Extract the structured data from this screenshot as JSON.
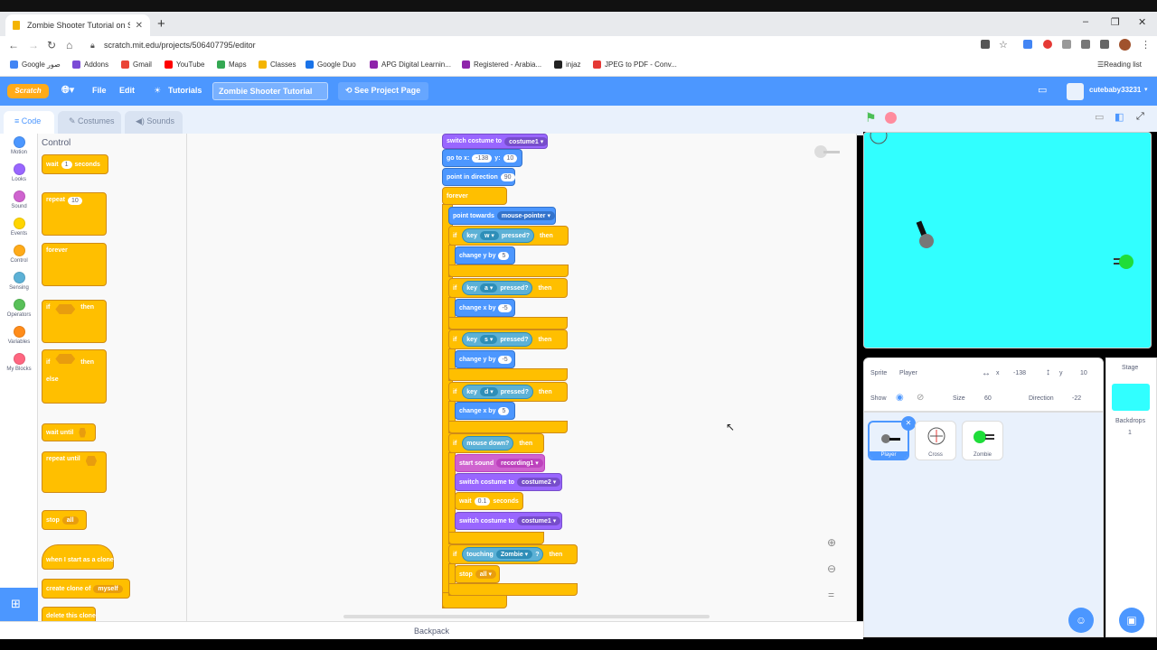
{
  "browser": {
    "tab_title": "Zombie Shooter Tutorial on Scratch",
    "new_tab": "+",
    "url": "scratch.mit.edu/projects/506407795/editor",
    "win_min": "–",
    "win_max": "❐",
    "win_close": "✕",
    "reading_list": "Reading list",
    "bookmarks": [
      {
        "label": "Google صور",
        "color": "#4285f4"
      },
      {
        "label": "Addons",
        "color": "#7b4bd6"
      },
      {
        "label": "Gmail",
        "color": "#ea4335"
      },
      {
        "label": "YouTube",
        "color": "#ff0000"
      },
      {
        "label": "Maps",
        "color": "#34a853"
      },
      {
        "label": "Classes",
        "color": "#f4b400"
      },
      {
        "label": "Google Duo",
        "color": "#1a73e8"
      },
      {
        "label": "APG Digital Learnin...",
        "color": "#8e24aa"
      },
      {
        "label": "Registered - Arabia...",
        "color": "#8e24aa"
      },
      {
        "label": "injaz",
        "color": "#222222"
      },
      {
        "label": "JPEG to PDF - Conv...",
        "color": "#e53935"
      }
    ]
  },
  "menubar": {
    "logo": "Scratch",
    "file": "File",
    "edit": "Edit",
    "tutorials": "Tutorials",
    "project_title": "Zombie Shooter Tutorial",
    "see_project": "See Project Page",
    "username": "cutebaby33231",
    "accent": "#4c97ff"
  },
  "editor_tabs": {
    "code": "Code",
    "costumes": "Costumes",
    "sounds": "Sounds"
  },
  "categories": [
    {
      "label": "Motion",
      "color": "#4c97ff"
    },
    {
      "label": "Looks",
      "color": "#9966ff"
    },
    {
      "label": "Sound",
      "color": "#cf63cf"
    },
    {
      "label": "Events",
      "color": "#ffd500"
    },
    {
      "label": "Control",
      "color": "#ffab19"
    },
    {
      "label": "Sensing",
      "color": "#5cb1d6"
    },
    {
      "label": "Operators",
      "color": "#59c059"
    },
    {
      "label": "Variables",
      "color": "#ff8c1a"
    },
    {
      "label": "My Blocks",
      "color": "#ff6680"
    }
  ],
  "palette": {
    "heading": "Control",
    "wait": "wait",
    "wait_val": "1",
    "seconds": "seconds",
    "repeat": "repeat",
    "repeat_val": "10",
    "forever": "forever",
    "if": "if",
    "then": "then",
    "else": "else",
    "wait_until": "wait until",
    "repeat_until": "repeat until",
    "stop": "stop",
    "stop_val": "all",
    "clone_hat": "when I start as a clone",
    "create_clone": "create clone of",
    "create_clone_val": "myself",
    "delete_clone": "delete this clone"
  },
  "script": {
    "switch_costume": "switch costume to",
    "costume1": "costume1",
    "costume2": "costume2",
    "go_to": "go to x:",
    "go_x": "-138",
    "y_label": "y:",
    "go_y": "10",
    "point_dir": "point in direction",
    "dir_val": "90",
    "forever": "forever",
    "point_towards": "point towards",
    "towards_val": "mouse-pointer",
    "if": "if",
    "key": "key",
    "pressed": "pressed?",
    "then": "then",
    "key_w": "w",
    "key_a": "a",
    "key_s": "s",
    "key_d": "d",
    "change_y": "change y by",
    "change_x": "change x by",
    "val_5": "5",
    "val_neg5": "-5",
    "mouse_down": "mouse down?",
    "start_sound": "start sound",
    "sound_val": "recording1",
    "wait": "wait",
    "wait_val": "0.1",
    "seconds": "seconds",
    "touching": "touching",
    "touching_val": "Zombie",
    "q": "?",
    "stop": "stop",
    "stop_val": "all"
  },
  "backpack": "Backpack",
  "sprite_info": {
    "sprite_label": "Sprite",
    "sprite_name": "Player",
    "x_label": "x",
    "x_val": "-138",
    "y_label": "y",
    "y_val": "10",
    "show_label": "Show",
    "size_label": "Size",
    "size_val": "60",
    "direction_label": "Direction",
    "direction_val": "-22"
  },
  "sprites": [
    {
      "name": "Player",
      "selected": true
    },
    {
      "name": "Cross",
      "selected": false
    },
    {
      "name": "Zombie",
      "selected": false
    }
  ],
  "stage_panel": {
    "title": "Stage",
    "backdrops_label": "Backdrops",
    "backdrops_count": "1",
    "backdrop_color": "#31ffff"
  }
}
